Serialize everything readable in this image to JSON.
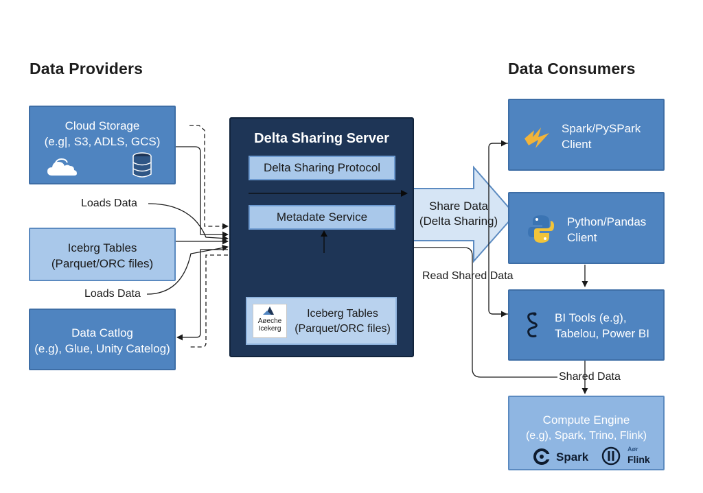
{
  "headings": {
    "providers": "Data Providers",
    "consumers": "Data Consumers"
  },
  "providers": {
    "cloud_storage": {
      "title": "Cloud Storage",
      "subtitle": "(e.g|, S3, ADLS, GCS)"
    },
    "iceberg_tables": {
      "title": "Icebrg Tables",
      "subtitle": "(Parquet/ORC files)"
    },
    "data_catalog": {
      "title": "Data Catlog",
      "subtitle": "(e.g), Glue, Unity Catelog)"
    }
  },
  "server": {
    "title": "Delta Sharing Server",
    "protocol": "Delta Sharing Protocol",
    "metadata": "Metadate Service",
    "iceberg_logo_line1": "Aøeche",
    "iceberg_logo_line2": "Icekerg",
    "iceberg_title": "Iceberg Tables",
    "iceberg_subtitle": "(Parquet/ORC files)"
  },
  "arrow_label": {
    "line1": "Share Data",
    "line2": "(Delta Sharing)"
  },
  "consumers": {
    "spark": {
      "title": "Spark/PySPark",
      "subtitle": "Client"
    },
    "python": {
      "title": "Python/Pandas",
      "subtitle": "Client"
    },
    "bi": {
      "title": "BI Tools (e.g),",
      "subtitle": "Tabelou, Power BI"
    },
    "compute": {
      "title": "Compute Engine",
      "subtitle": "(e.g), Spark, Trino, Flink)",
      "spark_logo": "Spark",
      "flink_logo_small": "Aør",
      "flink_logo": "Flink"
    }
  },
  "edge_labels": {
    "loads_data_1": "Loads Data",
    "loads_data_2": "Loads Data",
    "read_shared": "Read Shared Data",
    "shared_data": "Shared Data"
  },
  "colors": {
    "box_dark": "#4f84c0",
    "box_light": "#a9c8ea",
    "server_bg": "#1e3556",
    "arrow_fill": "#d6e5f5"
  }
}
